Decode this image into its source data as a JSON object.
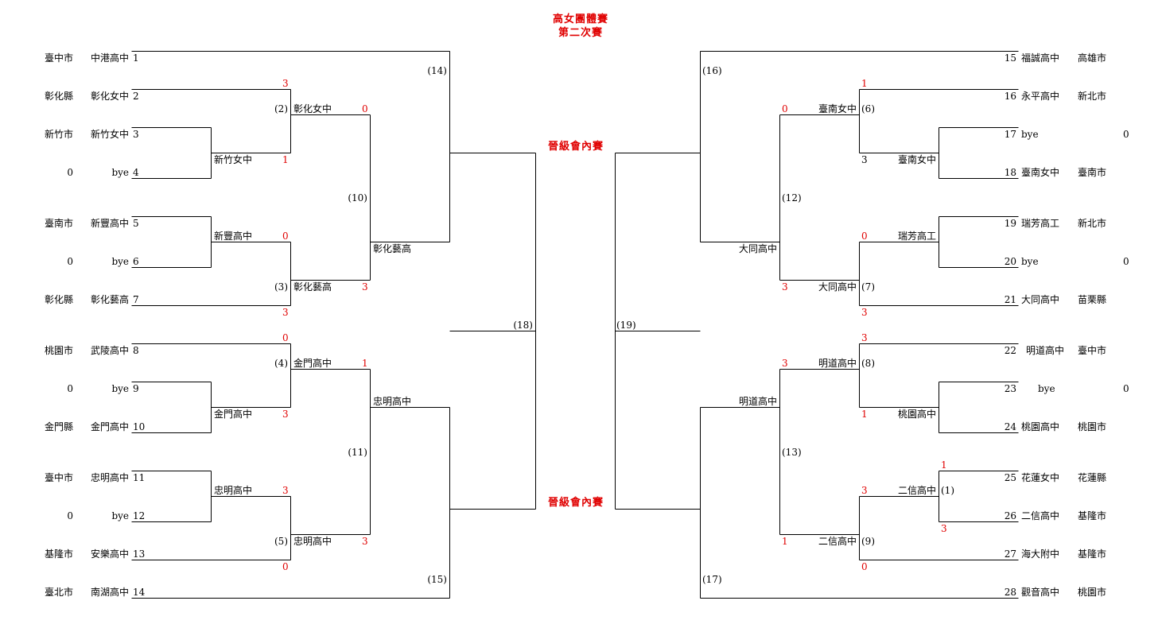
{
  "title": {
    "line1": "高女團體賽",
    "line2": "第二次賽"
  },
  "labels": {
    "advance_top": "晉級會內賽",
    "advance_bottom": "晉級會內賽"
  },
  "teams": {
    "t1": {
      "num": "1",
      "school": "中港高中",
      "county": "臺中市"
    },
    "t2": {
      "num": "2",
      "school": "彰化女中",
      "county": "彰化縣"
    },
    "t3": {
      "num": "3",
      "school": "新竹女中",
      "county": "新竹市"
    },
    "t4": {
      "num": "4",
      "school": "bye",
      "county": "0"
    },
    "t5": {
      "num": "5",
      "school": "新豐高中",
      "county": "臺南市"
    },
    "t6": {
      "num": "6",
      "school": "bye",
      "county": "0"
    },
    "t7": {
      "num": "7",
      "school": "彰化藝高",
      "county": "彰化縣"
    },
    "t8": {
      "num": "8",
      "school": "武陵高中",
      "county": "桃園市"
    },
    "t9": {
      "num": "9",
      "school": "bye",
      "county": "0"
    },
    "t10": {
      "num": "10",
      "school": "金門高中",
      "county": "金門縣"
    },
    "t11": {
      "num": "11",
      "school": "忠明高中",
      "county": "臺中市"
    },
    "t12": {
      "num": "12",
      "school": "bye",
      "county": "0"
    },
    "t13": {
      "num": "13",
      "school": "安樂高中",
      "county": "基隆市"
    },
    "t14": {
      "num": "14",
      "school": "南湖高中",
      "county": "臺北市"
    },
    "t15": {
      "num": "15",
      "school": "福誠高中",
      "county": "高雄市"
    },
    "t16": {
      "num": "16",
      "school": "永平高中",
      "county": "新北市"
    },
    "t17": {
      "num": "17",
      "school": "bye",
      "county": "0"
    },
    "t18": {
      "num": "18",
      "school": "臺南女中",
      "county": "臺南市"
    },
    "t19": {
      "num": "19",
      "school": "瑞芳高工",
      "county": "新北市"
    },
    "t20": {
      "num": "20",
      "school": "bye",
      "county": "0"
    },
    "t21": {
      "num": "21",
      "school": "大同高中",
      "county": "苗栗縣"
    },
    "t22": {
      "num": "22",
      "school": "明道高中",
      "county": "臺中市"
    },
    "t23": {
      "num": "23",
      "school": "bye",
      "county": "0"
    },
    "t24": {
      "num": "24",
      "school": "桃園高中",
      "county": "桃園市"
    },
    "t25": {
      "num": "25",
      "school": "花蓮女中",
      "county": "花蓮縣"
    },
    "t26": {
      "num": "26",
      "school": "二信高中",
      "county": "基隆市"
    },
    "t27": {
      "num": "27",
      "school": "海大附中",
      "county": "基隆市"
    },
    "t28": {
      "num": "28",
      "school": "觀音高中",
      "county": "桃園市"
    }
  },
  "matches": {
    "m1": {
      "label": "(1)"
    },
    "m2": {
      "label": "(2)"
    },
    "m3": {
      "label": "(3)"
    },
    "m4": {
      "label": "(4)"
    },
    "m5": {
      "label": "(5)"
    },
    "m6": {
      "label": "(6)"
    },
    "m7": {
      "label": "(7)"
    },
    "m8": {
      "label": "(8)"
    },
    "m9": {
      "label": "(9)"
    },
    "m10": {
      "label": "(10)"
    },
    "m11": {
      "label": "(11)"
    },
    "m12": {
      "label": "(12)"
    },
    "m13": {
      "label": "(13)"
    },
    "m14": {
      "label": "(14)"
    },
    "m15": {
      "label": "(15)"
    },
    "m16": {
      "label": "(16)"
    },
    "m17": {
      "label": "(17)"
    },
    "m18": {
      "label": "(18)"
    },
    "m19": {
      "label": "(19)"
    }
  },
  "winners": {
    "w_nf_r1": "新竹女中",
    "w_xf_r1": "新豐高中",
    "w_m2": "彰化女中",
    "w_m3": "彰化藝高",
    "w_m10": "彰化藝高",
    "w_jm_r1": "金門高中",
    "w_zm_r1": "忠明高中",
    "w_m4": "金門高中",
    "w_m5": "忠明高中",
    "w_m11": "忠明高中",
    "w_tn_r1": "臺南女中",
    "w_m6": "臺南女中",
    "w_rf_r1": "瑞芳高工",
    "w_m7": "大同高中",
    "w_m12": "大同高中",
    "w_m8": "明道高中",
    "w_ty_r1": "桃園高中",
    "w_m1": "二信高中",
    "w_m9": "二信高中",
    "w_m13": "明道高中"
  },
  "scores": {
    "s_m2_a": "3",
    "s_m2_b": "1",
    "s_m2_w": "0",
    "s_m3_a": "0",
    "s_m3_w": "3",
    "s_m3_b": "3",
    "s_m4_a": "0",
    "s_m4_w": "1",
    "s_m4_b": "3",
    "s_m5_a": "3",
    "s_m5_w": "3",
    "s_m5_b": "0",
    "s_m6_a": "1",
    "s_m6_w": "0",
    "s_m6_b": "3",
    "s_m7_a": "0",
    "s_m7_w": "3",
    "s_m7_b": "3",
    "s_m8_a": "3",
    "s_m8_w": "3",
    "s_m8_b": "1",
    "s_m1_a": "1",
    "s_m1_b": "3",
    "s_m9_a": "3",
    "s_m9_w": "1",
    "s_m9_b": "0"
  }
}
